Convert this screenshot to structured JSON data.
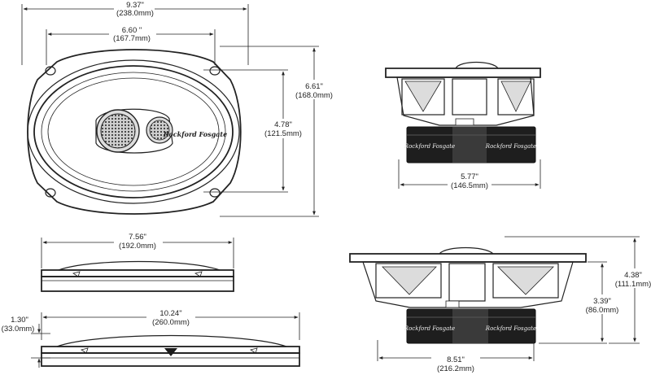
{
  "brand": {
    "logo_text": "Rockford Fosgate"
  },
  "front_view": {
    "overall_width": {
      "in": "9.37\"",
      "mm": "(238.0mm)"
    },
    "mount_width": {
      "in": "6.60 \"",
      "mm": "(167.7mm)"
    },
    "overall_height": {
      "in": "6.61\"",
      "mm": "(168.0mm)"
    },
    "cone_height": {
      "in": "4.78\"",
      "mm": "(121.5mm)"
    }
  },
  "side_view_short": {
    "basket_width": {
      "in": "5.77\"",
      "mm": "(146.5mm)"
    }
  },
  "profile_short": {
    "width": {
      "in": "7.56\"",
      "mm": "(192.0mm)"
    }
  },
  "profile_long": {
    "width": {
      "in": "10.24\"",
      "mm": "(260.0mm)"
    },
    "height": {
      "in": "1.30\"",
      "mm": "(33.0mm)"
    }
  },
  "side_view_long": {
    "basket_width": {
      "in": "8.51\"",
      "mm": "(216.2mm)"
    },
    "mount_depth": {
      "in": "3.39\"",
      "mm": "(86.0mm)"
    },
    "overall_depth": {
      "in": "4.38\"",
      "mm": "(111.1mm)"
    }
  }
}
